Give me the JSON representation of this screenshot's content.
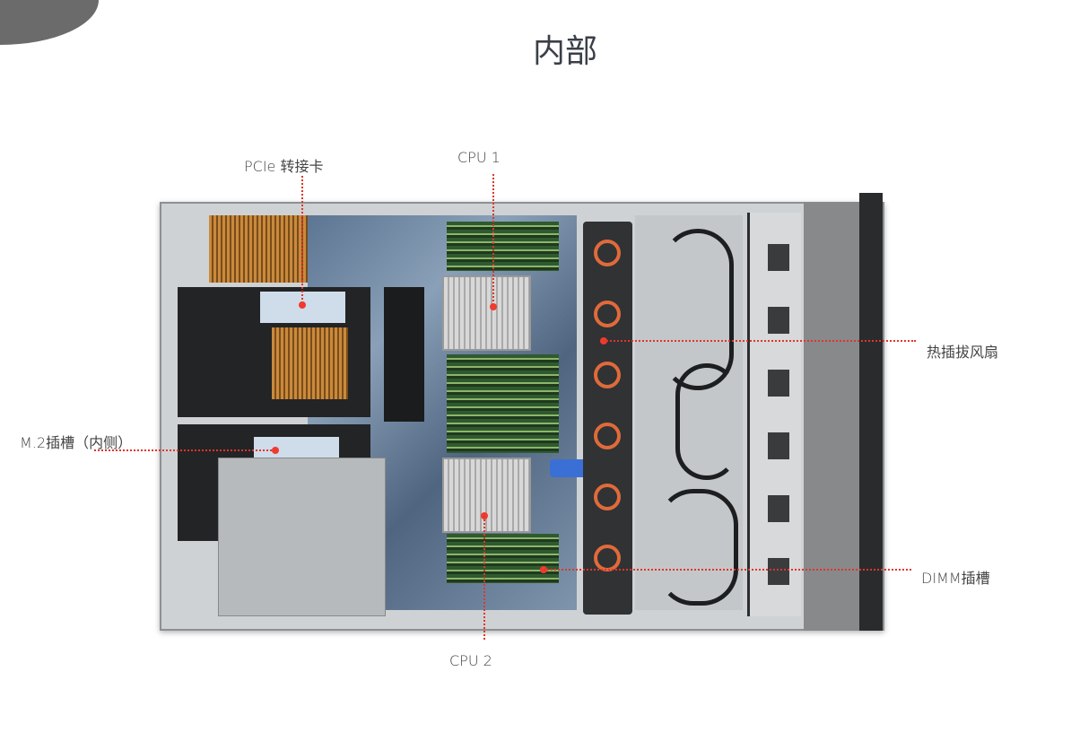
{
  "page": {
    "title": "内部"
  },
  "callouts": {
    "pcie_riser": "PCIe 转接卡",
    "cpu1": "CPU 1",
    "hot_swap_fans": "热插拔风扇",
    "m2_slot": "M.2插槽（内侧）",
    "dimm_slots": "DIMM插槽",
    "cpu2": "CPU 2"
  },
  "colors": {
    "leader_line": "#e0352b",
    "corner_shape": "#6b6b6b"
  }
}
